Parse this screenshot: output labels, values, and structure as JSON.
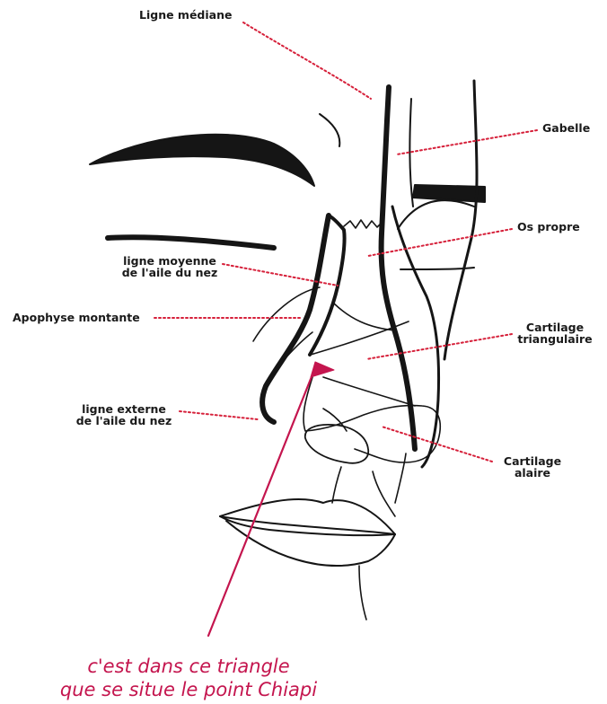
{
  "labels": {
    "ligne_mediane": "Ligne médiane",
    "gabelle": "Gabelle",
    "os_propre": "Os propre",
    "ligne_moyenne_1": "ligne moyenne",
    "ligne_moyenne_2": "de l'aile du nez",
    "apophyse": "Apophyse montante",
    "cartilage_tri_1": "Cartilage",
    "cartilage_tri_2": "triangulaire",
    "ligne_externe_1": "ligne externe",
    "ligne_externe_2": "de l'aile du nez",
    "cartilage_alaire_1": "Cartilage",
    "cartilage_alaire_2": "alaire"
  },
  "caption": {
    "line1": "c'est dans ce triangle",
    "line2": "que  se situe le point Chiapi"
  },
  "colors": {
    "leader": "#d6203a",
    "highlight": "#c4154e",
    "ink": "#151515"
  }
}
